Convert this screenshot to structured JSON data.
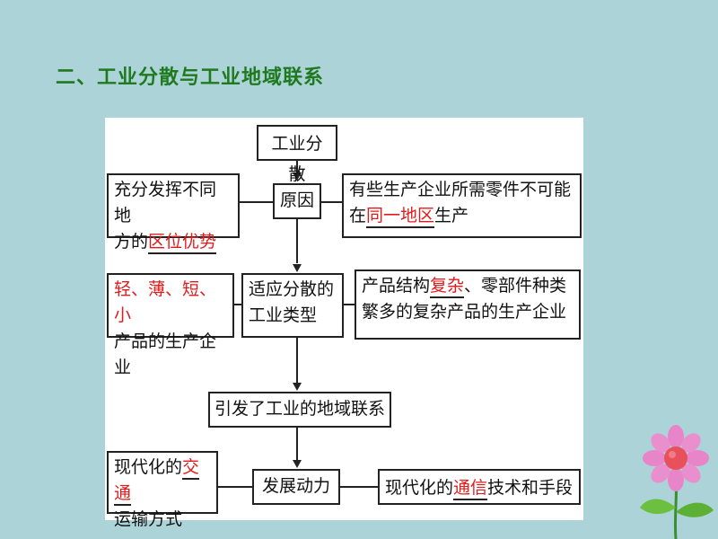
{
  "title": "二、工业分散与工业地域联系",
  "diagram": {
    "top": "工业分散",
    "reason": "原因",
    "left_reason": {
      "line1": "充分发挥不同地",
      "line2_pre": "方的",
      "line2_red": "区位优势"
    },
    "right_reason": {
      "line1": "有些生产企业所需零件不可能",
      "line2_pre": "在",
      "line2_red": "同一地区",
      "line2_post": "生产"
    },
    "types": {
      "line1": "适应分散的",
      "line2": "工业类型"
    },
    "left_types": {
      "line1_red": "轻、薄、短、小",
      "line2": "产品的生产企业"
    },
    "right_types": {
      "line1_pre": "产品结构",
      "line1_red": "复杂",
      "line1_post": "、零部件种类",
      "line2": "繁多的复杂产品的生产企业"
    },
    "links": "引发了工业的地域联系",
    "driver": "发展动力",
    "left_driver": {
      "line1_pre": "现代化的",
      "line1_red": "交通",
      "line2": "运输方式"
    },
    "right_driver": {
      "pre": "现代化的",
      "red": "通信",
      "post": "技术和手段"
    }
  }
}
